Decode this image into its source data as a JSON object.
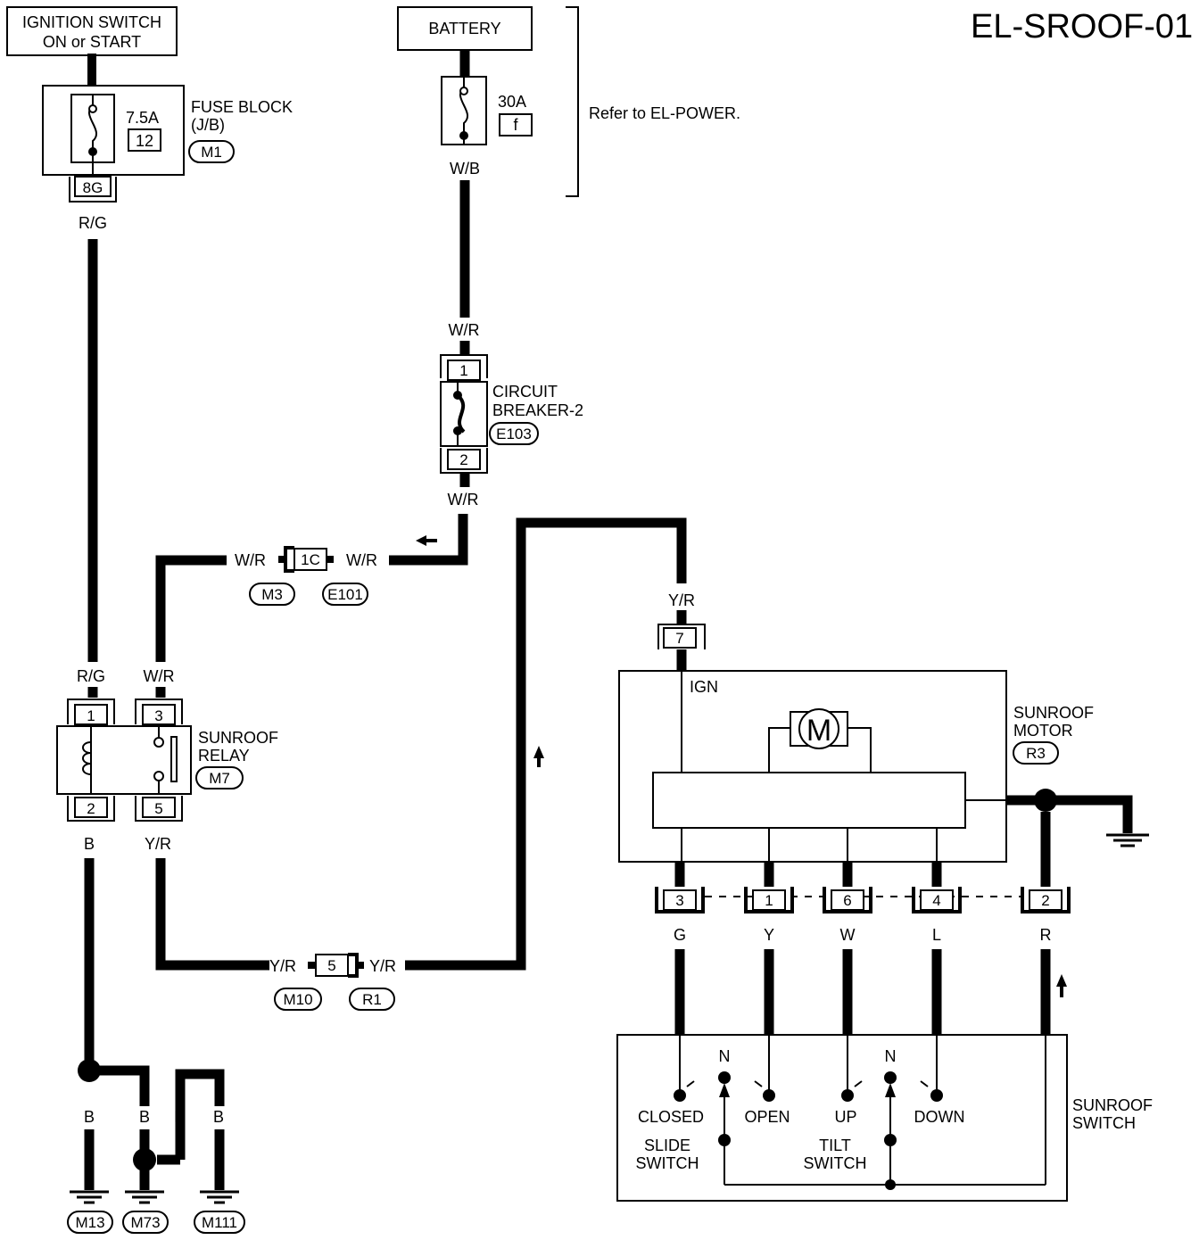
{
  "diagram_id": "EL-SROOF-01",
  "ignition": {
    "line1": "IGNITION SWITCH",
    "line2": "ON or START"
  },
  "battery": {
    "label": "BATTERY",
    "note": "Refer to EL-POWER."
  },
  "fuse_block": {
    "rating": "7.5A",
    "fuse_no": "12",
    "name_line1": "FUSE BLOCK",
    "name_line2": "(J/B)",
    "connector": "M1",
    "terminal": "8G"
  },
  "battery_fuse": {
    "rating": "30A",
    "fuse_no": "f"
  },
  "circuit_breaker": {
    "name_line1": "CIRCUIT",
    "name_line2": "BREAKER-2",
    "connector": "E103",
    "pin_top": "1",
    "pin_bottom": "2"
  },
  "joint_1c": {
    "pin": "1C",
    "left_conn": "M3",
    "right_conn": "E101"
  },
  "joint_5": {
    "pin": "5",
    "left_conn": "M10",
    "right_conn": "R1"
  },
  "relay": {
    "name_line1": "SUNROOF",
    "name_line2": "RELAY",
    "connector": "M7",
    "pins": [
      "1",
      "3",
      "2",
      "5"
    ]
  },
  "motor": {
    "name_line1": "SUNROOF",
    "name_line2": "MOTOR",
    "connector": "R3",
    "ign_label": "IGN",
    "symbol": "M",
    "pin_top": "7",
    "pins": [
      "3",
      "1",
      "6",
      "4",
      "2"
    ]
  },
  "switch": {
    "name_line1": "SUNROOF",
    "name_line2": "SWITCH",
    "neutral": "N",
    "closed": "CLOSED",
    "open": "OPEN",
    "up": "UP",
    "down": "DOWN",
    "slide_line1": "SLIDE",
    "slide_line2": "SWITCH",
    "tilt_line1": "TILT",
    "tilt_line2": "SWITCH"
  },
  "wires": {
    "wb": "W/B",
    "wr": "W/R",
    "rg": "R/G",
    "b": "B",
    "yr": "Y/R",
    "g": "G",
    "y": "Y",
    "w": "W",
    "l": "L",
    "r": "R"
  },
  "grounds": [
    "M13",
    "M73",
    "M111"
  ]
}
